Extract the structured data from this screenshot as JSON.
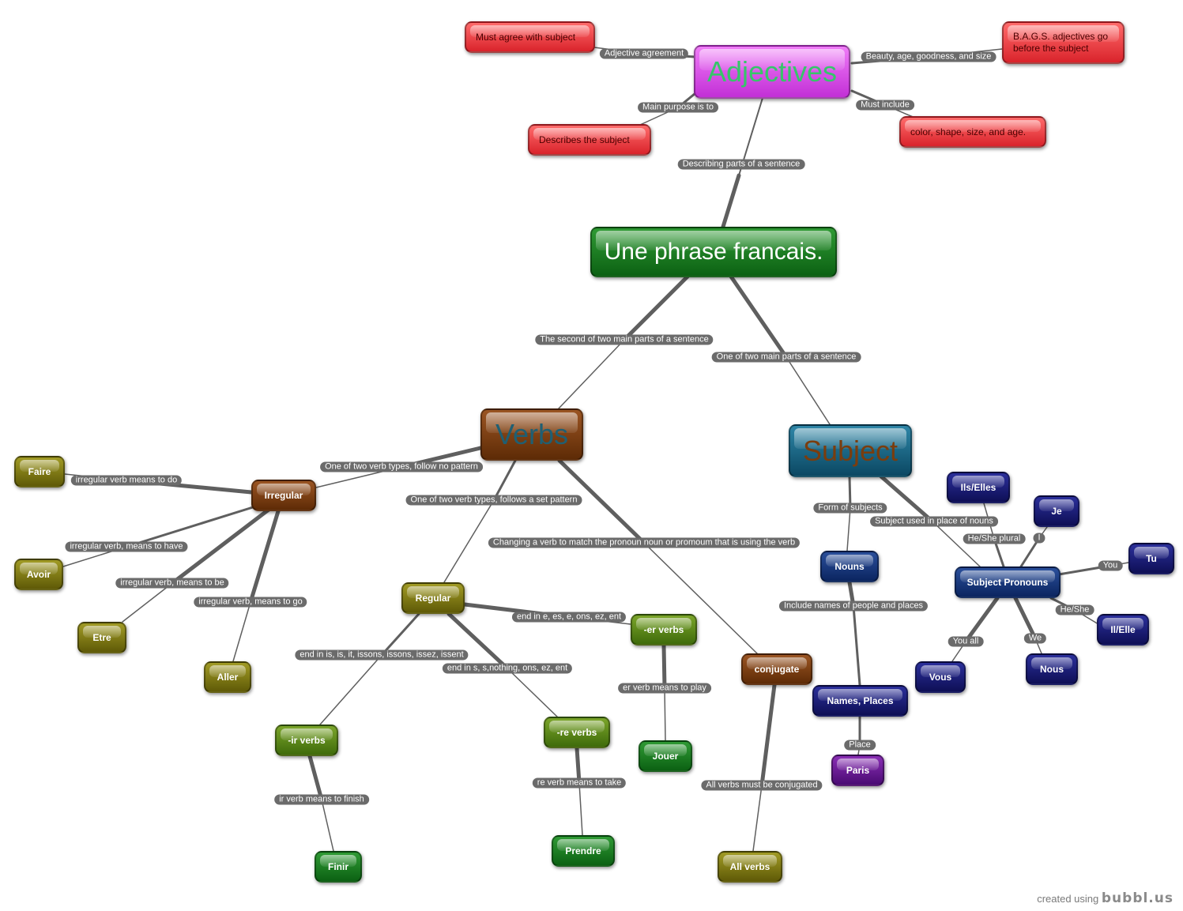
{
  "nodes": {
    "main": "Une phrase francais.",
    "adjectives": "Adjectives",
    "agree": "Must agree with subject",
    "bags": "B.A.G.S. adjectives go before the subject",
    "describes": "Describes the subject",
    "color": "color, shape, size, and age.",
    "verbs": "Verbs",
    "subject": "Subject",
    "irregular": "Irregular",
    "faire": "Faire",
    "avoir": "Avoir",
    "etre": "Etre",
    "aller": "Aller",
    "regular": "Regular",
    "er_verbs": "-er verbs",
    "ir_verbs": "-ir verbs",
    "re_verbs": "-re verbs",
    "jouer": "Jouer",
    "finir": "Finir",
    "prendre": "Prendre",
    "conjugate": "conjugate",
    "all_verbs": "All verbs",
    "nouns": "Nouns",
    "names_places": "Names, Places",
    "paris": "Paris",
    "subject_pronouns": "Subject Pronouns",
    "ils_elles": "Ils/Elles",
    "je": "Je",
    "tu": "Tu",
    "il_elle": "Il/Elle",
    "nous": "Nous",
    "vous": "Vous"
  },
  "labels": {
    "adjective_agreement": "Adjective agreement",
    "bags_full": "Beauty, age, goodness, and size",
    "main_purpose": "Main purpose is to",
    "must_include": "Must include",
    "describing_parts": "Describing parts of a sentence",
    "second_part": "The second of two main parts of a sentence",
    "one_part": "One of two main parts of a sentence",
    "no_pattern": "One of two verb types, follow no pattern",
    "set_pattern": "One of two verb types, follows a set pattern",
    "changing_verb": "Changing a verb to match the pronoun noun or promoum that is using the verb",
    "faire_def": "irregular verb means to do",
    "avoir_def": "irregular verb, means to have",
    "etre_def": "irregular verb, means to be",
    "aller_def": "irregular verb, means to go",
    "er_endings": "end in e, es, e, ons, ez, ent",
    "ir_endings": "end in is, is, it, issons, issons, issez, issent",
    "re_endings": "end in s, s,nothing, ons, ez, ent",
    "er_def": "er verb means to play",
    "ir_def": "ir verb means to finish",
    "re_def": "re verb means to take",
    "all_conjugated": "All verbs must be conjugated",
    "form_of_subjects": "Form of subjects",
    "used_in_place": "Subject used in place of nouns",
    "include_names": "Include names of people and places",
    "place": "Place",
    "he_she_plural": "He/She plural",
    "i": "I",
    "you": "You",
    "he_she": "He/She",
    "we": "We",
    "you_all": "You all"
  },
  "footer": {
    "text": "created using",
    "brand": "bubbl.us"
  }
}
